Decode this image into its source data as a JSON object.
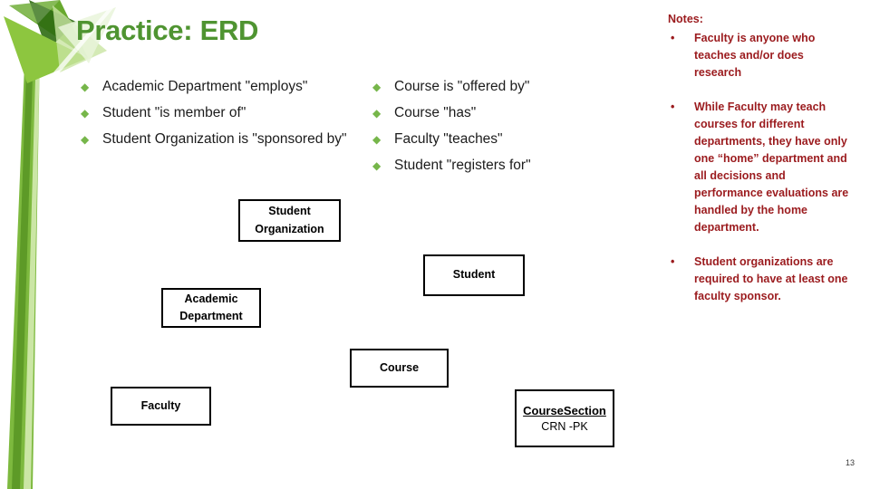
{
  "slide": {
    "title": "Practice: ERD",
    "page_number": "13"
  },
  "icons": {
    "diamond_bullet": "◆",
    "dot_bullet": "•"
  },
  "bullets": {
    "left": [
      "Academic Department \"employs\"",
      "Student \"is member of\"",
      "Student Organization is \"sponsored by\""
    ],
    "right": [
      "Course is \"offered by\"",
      "Course \"has\"",
      "Faculty \"teaches\"",
      "Student \"registers for\""
    ]
  },
  "diagram": {
    "entities": [
      {
        "id": "student-organization",
        "label": "Student Organization"
      },
      {
        "id": "student",
        "label": "Student"
      },
      {
        "id": "academic-department",
        "label": "Academic Department"
      },
      {
        "id": "course",
        "label": "Course"
      },
      {
        "id": "faculty",
        "label": "Faculty"
      },
      {
        "id": "course-section",
        "label": "CourseSection",
        "attribute": "CRN -PK"
      }
    ]
  },
  "notes": {
    "heading": "Notes:",
    "items": [
      "Faculty is anyone who teaches and/or does research",
      "While Faculty may teach courses for different departments, they have only one “home” department and all decisions and performance evaluations are handled by the home department.",
      "Student organizations are required to have at least one faculty sponsor."
    ]
  },
  "colors": {
    "title_green": "#4F9431",
    "bullet_green": "#76B64A",
    "notes_red": "#9B1B1E",
    "body_text": "#1C1C1C",
    "box_border": "#000000",
    "deco_dark_green": "#2F6B12",
    "deco_mid_green": "#68A92E",
    "deco_bright_green": "#8DC63F",
    "deco_light_green": "#C9E5A2"
  }
}
